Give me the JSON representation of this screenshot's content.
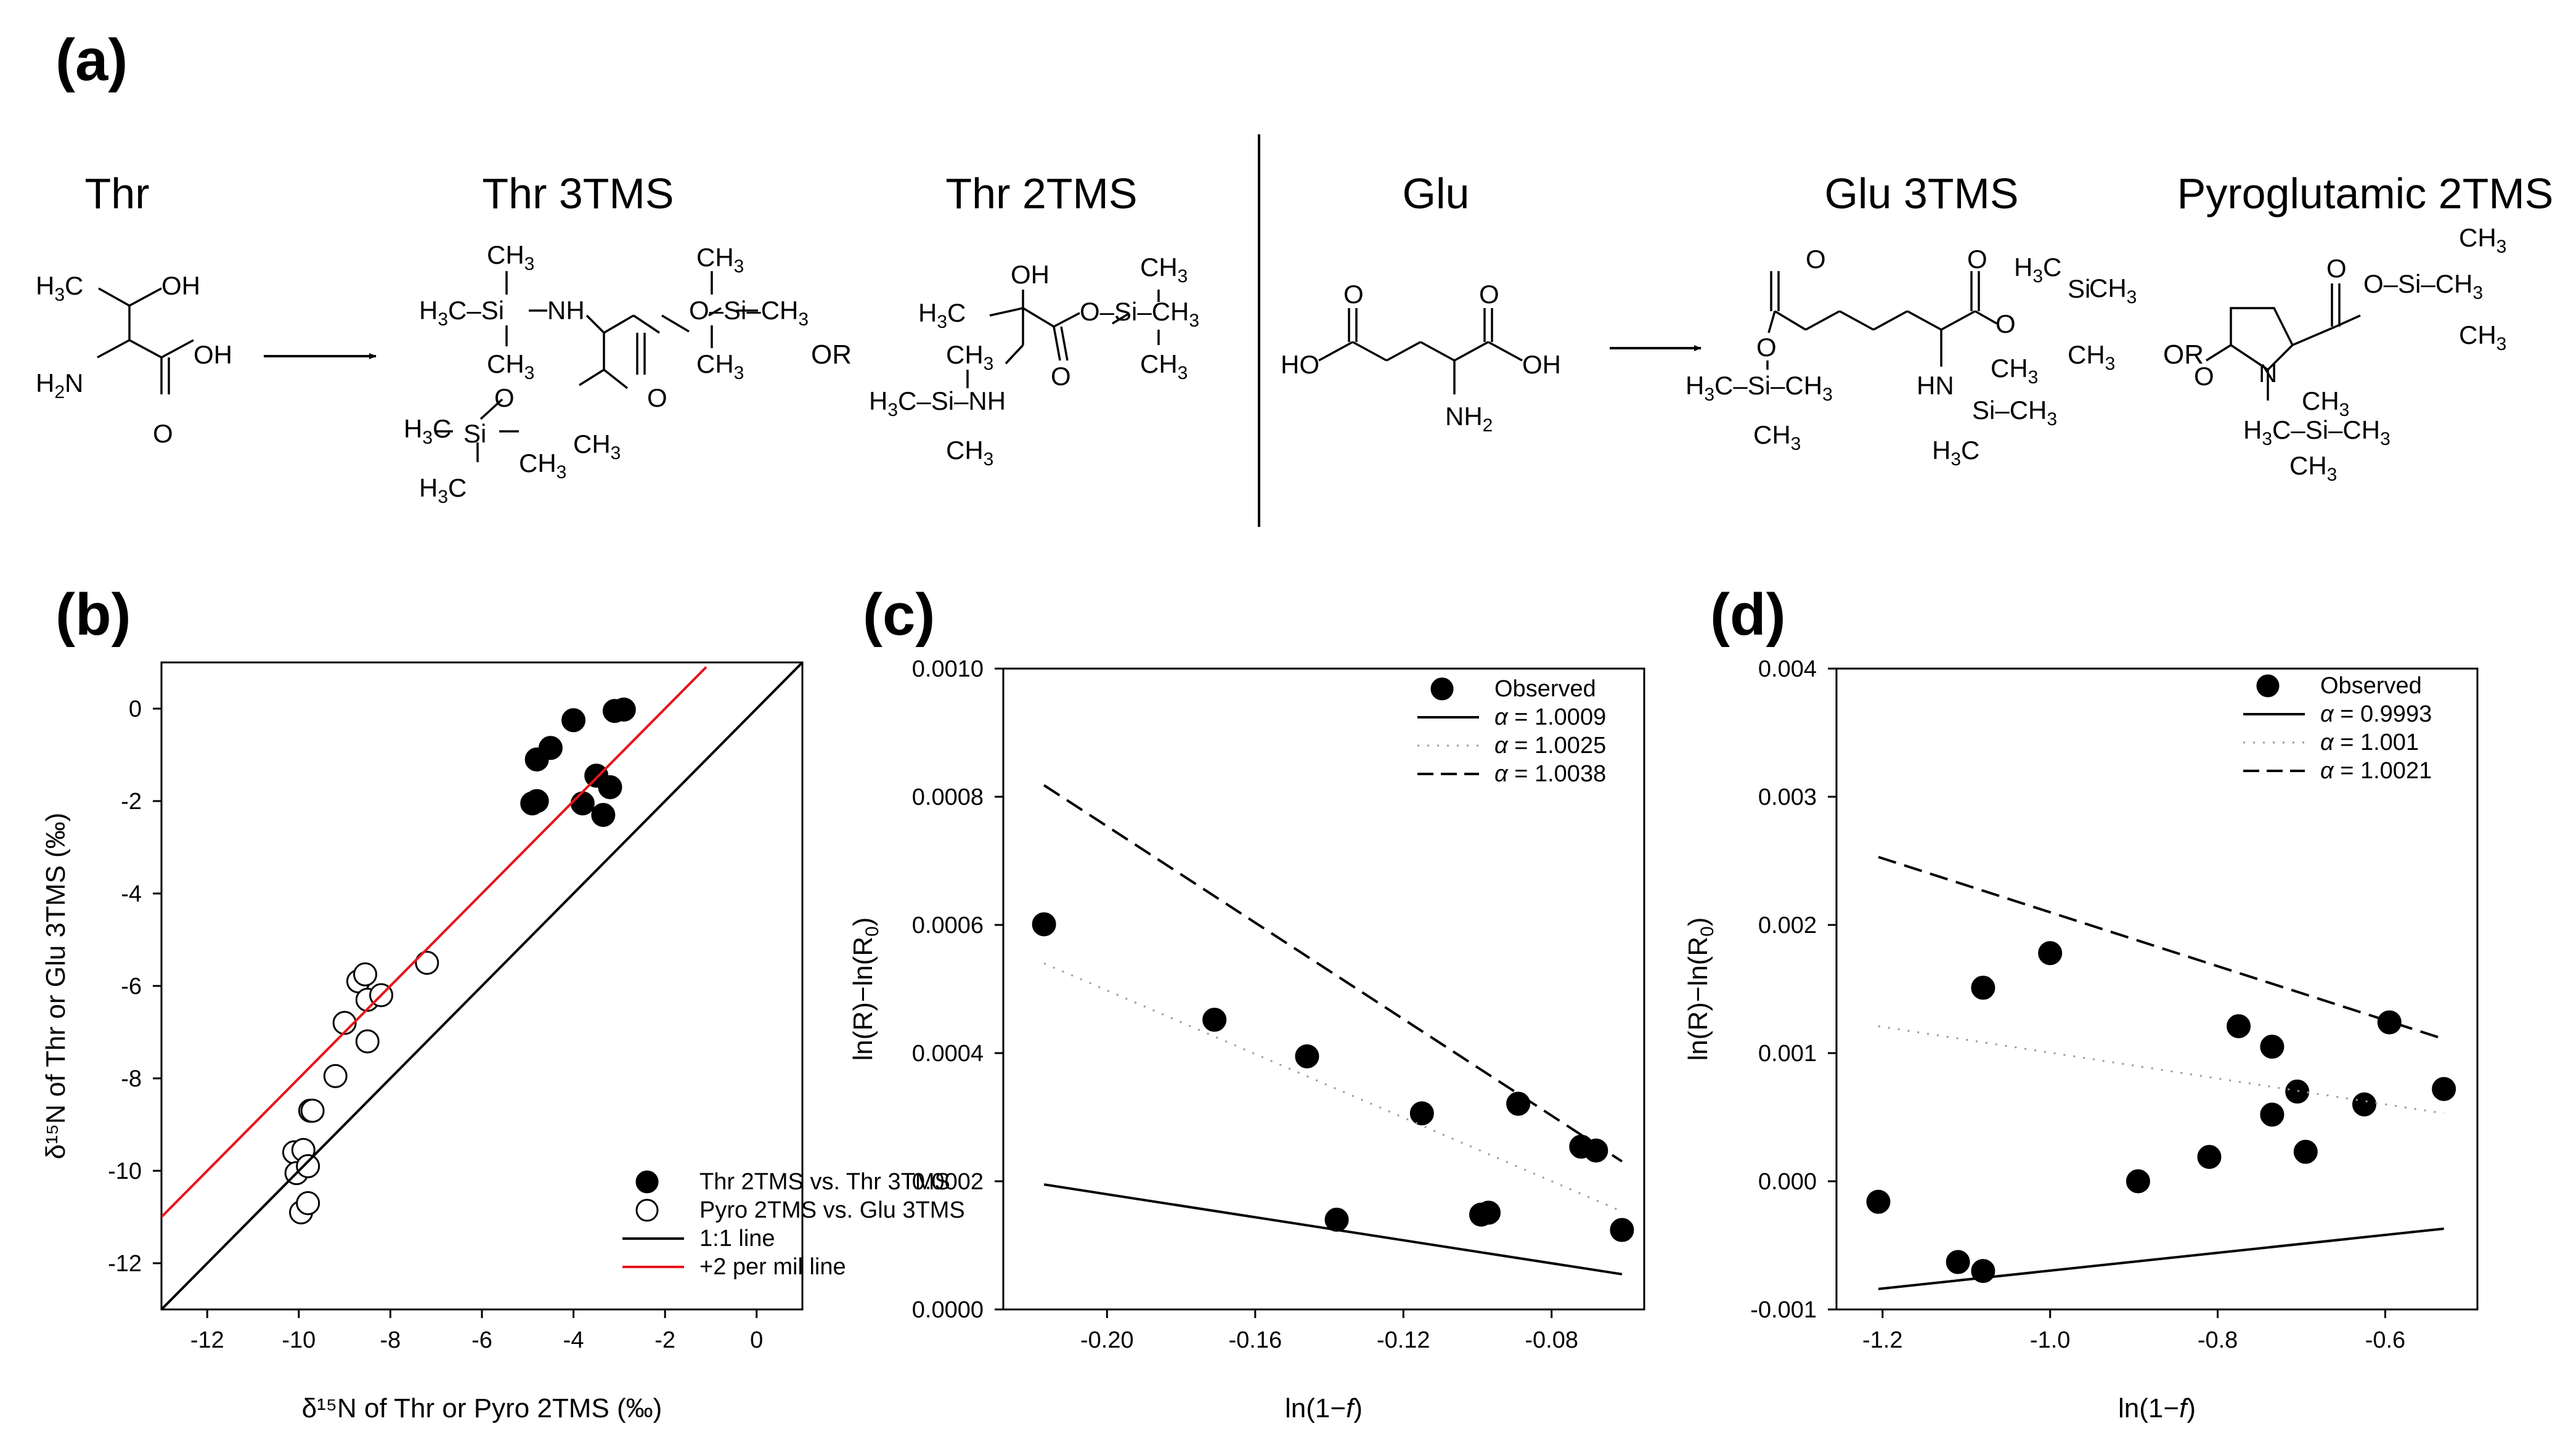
{
  "panel_a": {
    "label": "(a)",
    "molecules": [
      {
        "key": "thr",
        "name": "Thr"
      },
      {
        "key": "thr3",
        "name": "Thr 3TMS"
      },
      {
        "key": "thr2",
        "name": "Thr 2TMS"
      },
      {
        "key": "glu",
        "name": "Glu"
      },
      {
        "key": "glu3",
        "name": "Glu 3TMS"
      },
      {
        "key": "pyro",
        "name": "Pyroglutamic 2TMS"
      }
    ],
    "or_text": "OR"
  },
  "colors": {
    "black": "#000000",
    "red": "#e8141b",
    "dotted": "#9a9a9a"
  },
  "chart_data": [
    {
      "panel": "(b)",
      "type": "scatter",
      "xlabel": "δ¹⁵N of Thr or Pyro 2TMS (‰)",
      "ylabel": "δ¹⁵N of Thr or Glu 3TMS (‰)",
      "xlim": [
        -13,
        1
      ],
      "ylim": [
        -13,
        1
      ],
      "xticks": [
        -12,
        -10,
        -8,
        -6,
        -4,
        -2,
        0
      ],
      "yticks": [
        -12,
        -10,
        -8,
        -6,
        -4,
        -2,
        0
      ],
      "legend_position": "bottom-right",
      "series": [
        {
          "name": "Thr 2TMS vs. Thr 3TMS",
          "marker": "filled-circle",
          "x": [
            -4.9,
            -4.8,
            -4.8,
            -4.5,
            -4.0,
            -3.8,
            -3.5,
            -3.35,
            -3.2,
            -3.1,
            -2.9
          ],
          "y": [
            -2.05,
            -1.1,
            -2.0,
            -0.85,
            -0.25,
            -2.05,
            -1.45,
            -2.3,
            -1.7,
            -0.05,
            -0.02
          ]
        },
        {
          "name": "Pyro 2TMS vs. Glu 3TMS",
          "marker": "open-circle",
          "x": [
            -10.1,
            -10.05,
            -9.95,
            -9.9,
            -9.8,
            -9.8,
            -9.75,
            -9.7,
            -9.2,
            -9.0,
            -8.7,
            -8.55,
            -8.5,
            -8.5,
            -8.2,
            -7.2
          ],
          "y": [
            -9.6,
            -10.05,
            -10.9,
            -9.55,
            -10.7,
            -9.9,
            -8.7,
            -8.7,
            -7.95,
            -6.8,
            -5.9,
            -5.75,
            -7.2,
            -6.3,
            -6.2,
            -5.5
          ]
        },
        {
          "name": "1:1 line",
          "line": "solid",
          "color": "#000000",
          "x": [
            -13,
            1
          ],
          "y": [
            -13,
            1
          ]
        },
        {
          "name": "+2 per mil line",
          "line": "solid",
          "color": "#e8141b",
          "x": [
            -13,
            -1.1
          ],
          "y": [
            -11,
            0.9
          ]
        }
      ]
    },
    {
      "panel": "(c)",
      "type": "scatter",
      "xlabel": "ln(1−f)",
      "ylabel": "ln(R)−ln(R0)",
      "xlim": [
        -0.228,
        -0.055
      ],
      "ylim": [
        0,
        0.001
      ],
      "xticks": [
        -0.2,
        -0.16,
        -0.12,
        -0.08
      ],
      "xtick_labels": [
        "-0.20",
        "-0.16",
        "-0.12",
        "-0.08"
      ],
      "yticks": [
        0,
        0.0002,
        0.0004,
        0.0006,
        0.0008,
        0.001
      ],
      "ytick_labels": [
        "0.0000",
        "0.0002",
        "0.0004",
        "0.0006",
        "0.0008",
        "0.0010"
      ],
      "legend_position": "top-right",
      "series": [
        {
          "name": "Observed",
          "marker": "filled-circle",
          "x": [
            -0.217,
            -0.171,
            -0.146,
            -0.138,
            -0.115,
            -0.099,
            -0.097,
            -0.089,
            -0.072,
            -0.068,
            -0.061
          ],
          "y": [
            0.000601,
            0.000452,
            0.000395,
            0.00014,
            0.000306,
            0.000148,
            0.000151,
            0.000321,
            0.000254,
            0.000248,
            0.000124
          ]
        },
        {
          "name": "α = 1.0009",
          "line": "solid",
          "x": [
            -0.217,
            -0.061
          ],
          "y": [
            0.000195,
            5.5e-05
          ]
        },
        {
          "name": "α = 1.0025",
          "line": "dotted",
          "x": [
            -0.217,
            -0.061
          ],
          "y": [
            0.00054,
            0.000153
          ]
        },
        {
          "name": "α = 1.0038",
          "line": "dashed",
          "x": [
            -0.217,
            -0.061
          ],
          "y": [
            0.000818,
            0.000231
          ]
        }
      ]
    },
    {
      "panel": "(d)",
      "type": "scatter",
      "xlabel": "ln(1−f)",
      "ylabel": "ln(R)−ln(R0)",
      "xlim": [
        -1.255,
        -0.49
      ],
      "ylim": [
        -0.001,
        0.004
      ],
      "xticks": [
        -1.2,
        -1.0,
        -0.8,
        -0.6
      ],
      "xtick_labels": [
        "-1.2",
        "-1.0",
        "-0.8",
        "-0.6"
      ],
      "yticks": [
        -0.001,
        0,
        0.001,
        0.002,
        0.003,
        0.004
      ],
      "ytick_labels": [
        "-0.001",
        "0.000",
        "0.001",
        "0.002",
        "0.003",
        "0.004"
      ],
      "legend_position": "top-right",
      "series": [
        {
          "name": "Observed",
          "marker": "filled-circle",
          "x": [
            -1.205,
            -1.11,
            -1.08,
            -1.08,
            -1.0,
            -0.895,
            -0.81,
            -0.775,
            -0.735,
            -0.735,
            -0.705,
            -0.695,
            -0.625,
            -0.595,
            -0.53
          ],
          "y": [
            -0.00016,
            -0.00063,
            -0.0007,
            0.00151,
            0.00178,
            0.0,
            0.00019,
            0.00121,
            0.00105,
            0.00052,
            0.0007,
            0.00023,
            0.0006,
            0.00124,
            0.00072
          ]
        },
        {
          "name": "α = 0.9993",
          "line": "solid",
          "x": [
            -1.205,
            -0.53
          ],
          "y": [
            -0.00084,
            -0.00037
          ]
        },
        {
          "name": "α = 1.001",
          "line": "dotted",
          "x": [
            -1.205,
            -0.53
          ],
          "y": [
            0.00121,
            0.00053
          ]
        },
        {
          "name": "α = 1.0021",
          "line": "dashed",
          "x": [
            -1.205,
            -0.53
          ],
          "y": [
            0.00253,
            0.00111
          ]
        }
      ]
    }
  ]
}
